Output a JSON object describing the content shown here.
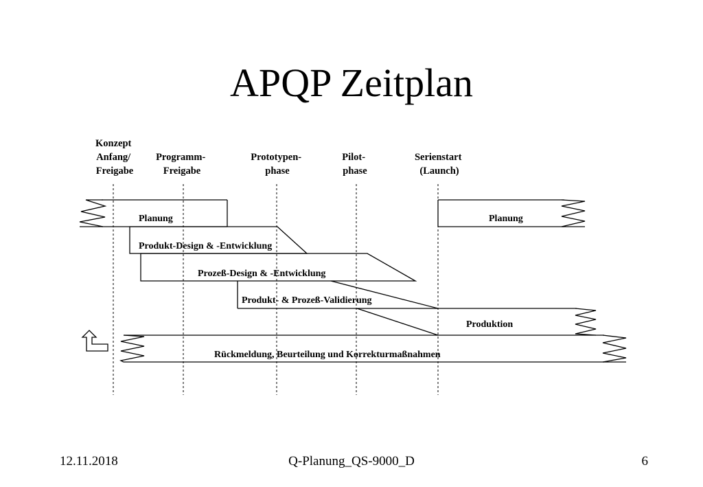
{
  "title": "APQP Zeitplan",
  "milestones": [
    {
      "id": "konzept",
      "lines": [
        "Konzept",
        "Anfang/",
        "Freigabe"
      ]
    },
    {
      "id": "programm",
      "lines": [
        "Programm-",
        "Freigabe"
      ]
    },
    {
      "id": "prototypen",
      "lines": [
        "Prototypen-",
        "phase"
      ]
    },
    {
      "id": "pilot",
      "lines": [
        "Pilot-",
        "phase"
      ]
    },
    {
      "id": "serienstart",
      "lines": [
        "Serienstart",
        "(Launch)"
      ]
    }
  ],
  "phases": {
    "planung_1": "Planung",
    "planung_2": "Planung",
    "produkt_design": "Produkt-Design & -Entwicklung",
    "prozess_design": "Prozeß-Design & -Entwicklung",
    "validierung": "Produkt- & Prozeß-Validierung",
    "produktion": "Produktion",
    "rueckmeldung": "Rückmeldung, Beurteilung und Korrekturmaßnahmen"
  },
  "footer": {
    "date": "12.11.2018",
    "center": "Q-Planung_QS-9000_D",
    "page": "6"
  },
  "icons": {
    "feedback": "return-arrow-icon",
    "break": "zigzag-break-icon"
  }
}
